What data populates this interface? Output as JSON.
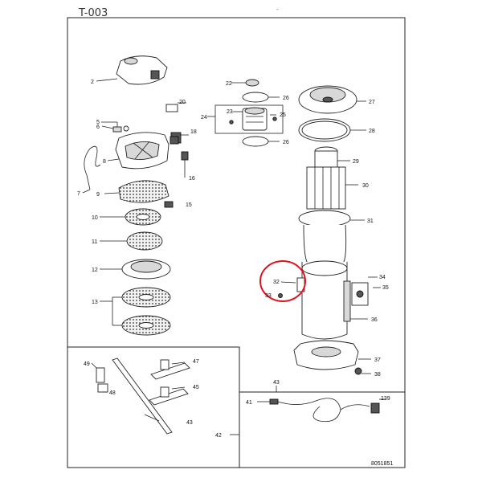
{
  "header": {
    "sheet_code": "T-003"
  },
  "footer": {
    "drawing_number": "8051851"
  },
  "highlight": {
    "color": "#e0141e"
  },
  "callouts": {
    "c2": "2",
    "c5": "5",
    "c6": "6",
    "c7": "7",
    "c8": "8",
    "c9": "9",
    "c10": "10",
    "c11": "11",
    "c12": "12",
    "c13": "13",
    "c15": "15",
    "c16": "16",
    "c18": "18",
    "c20": "20",
    "c22": "22",
    "c23": "23",
    "c24": "24",
    "c25": "25",
    "c26a": "26",
    "c26b": "26",
    "c27": "27",
    "c28": "28",
    "c29": "29",
    "c30": "30",
    "c31": "31",
    "c32": "32",
    "c33": "33",
    "c34": "34",
    "c35": "35",
    "c36": "36",
    "c37": "37",
    "c38": "38",
    "c39": "139",
    "c41": "41",
    "c42": "42",
    "c43a": "43",
    "c43b": "43",
    "c45": "45",
    "c47": "47",
    "c48": "48",
    "c49": "49"
  }
}
